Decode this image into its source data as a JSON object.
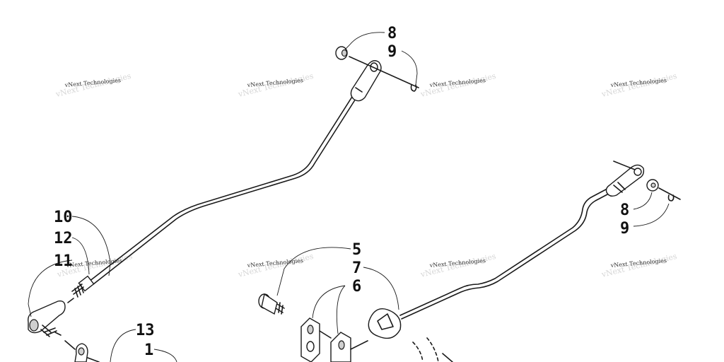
{
  "callouts": {
    "c8_top": "8",
    "c9_top": "9",
    "c8_right": "8",
    "c9_right": "9",
    "c10": "10",
    "c12": "12",
    "c11": "11",
    "c5": "5",
    "c7": "7",
    "c6": "6",
    "c13": "13",
    "c1": "1"
  },
  "watermark": {
    "text": "vNext Technologies",
    "ghost": "vNext Technologies"
  }
}
